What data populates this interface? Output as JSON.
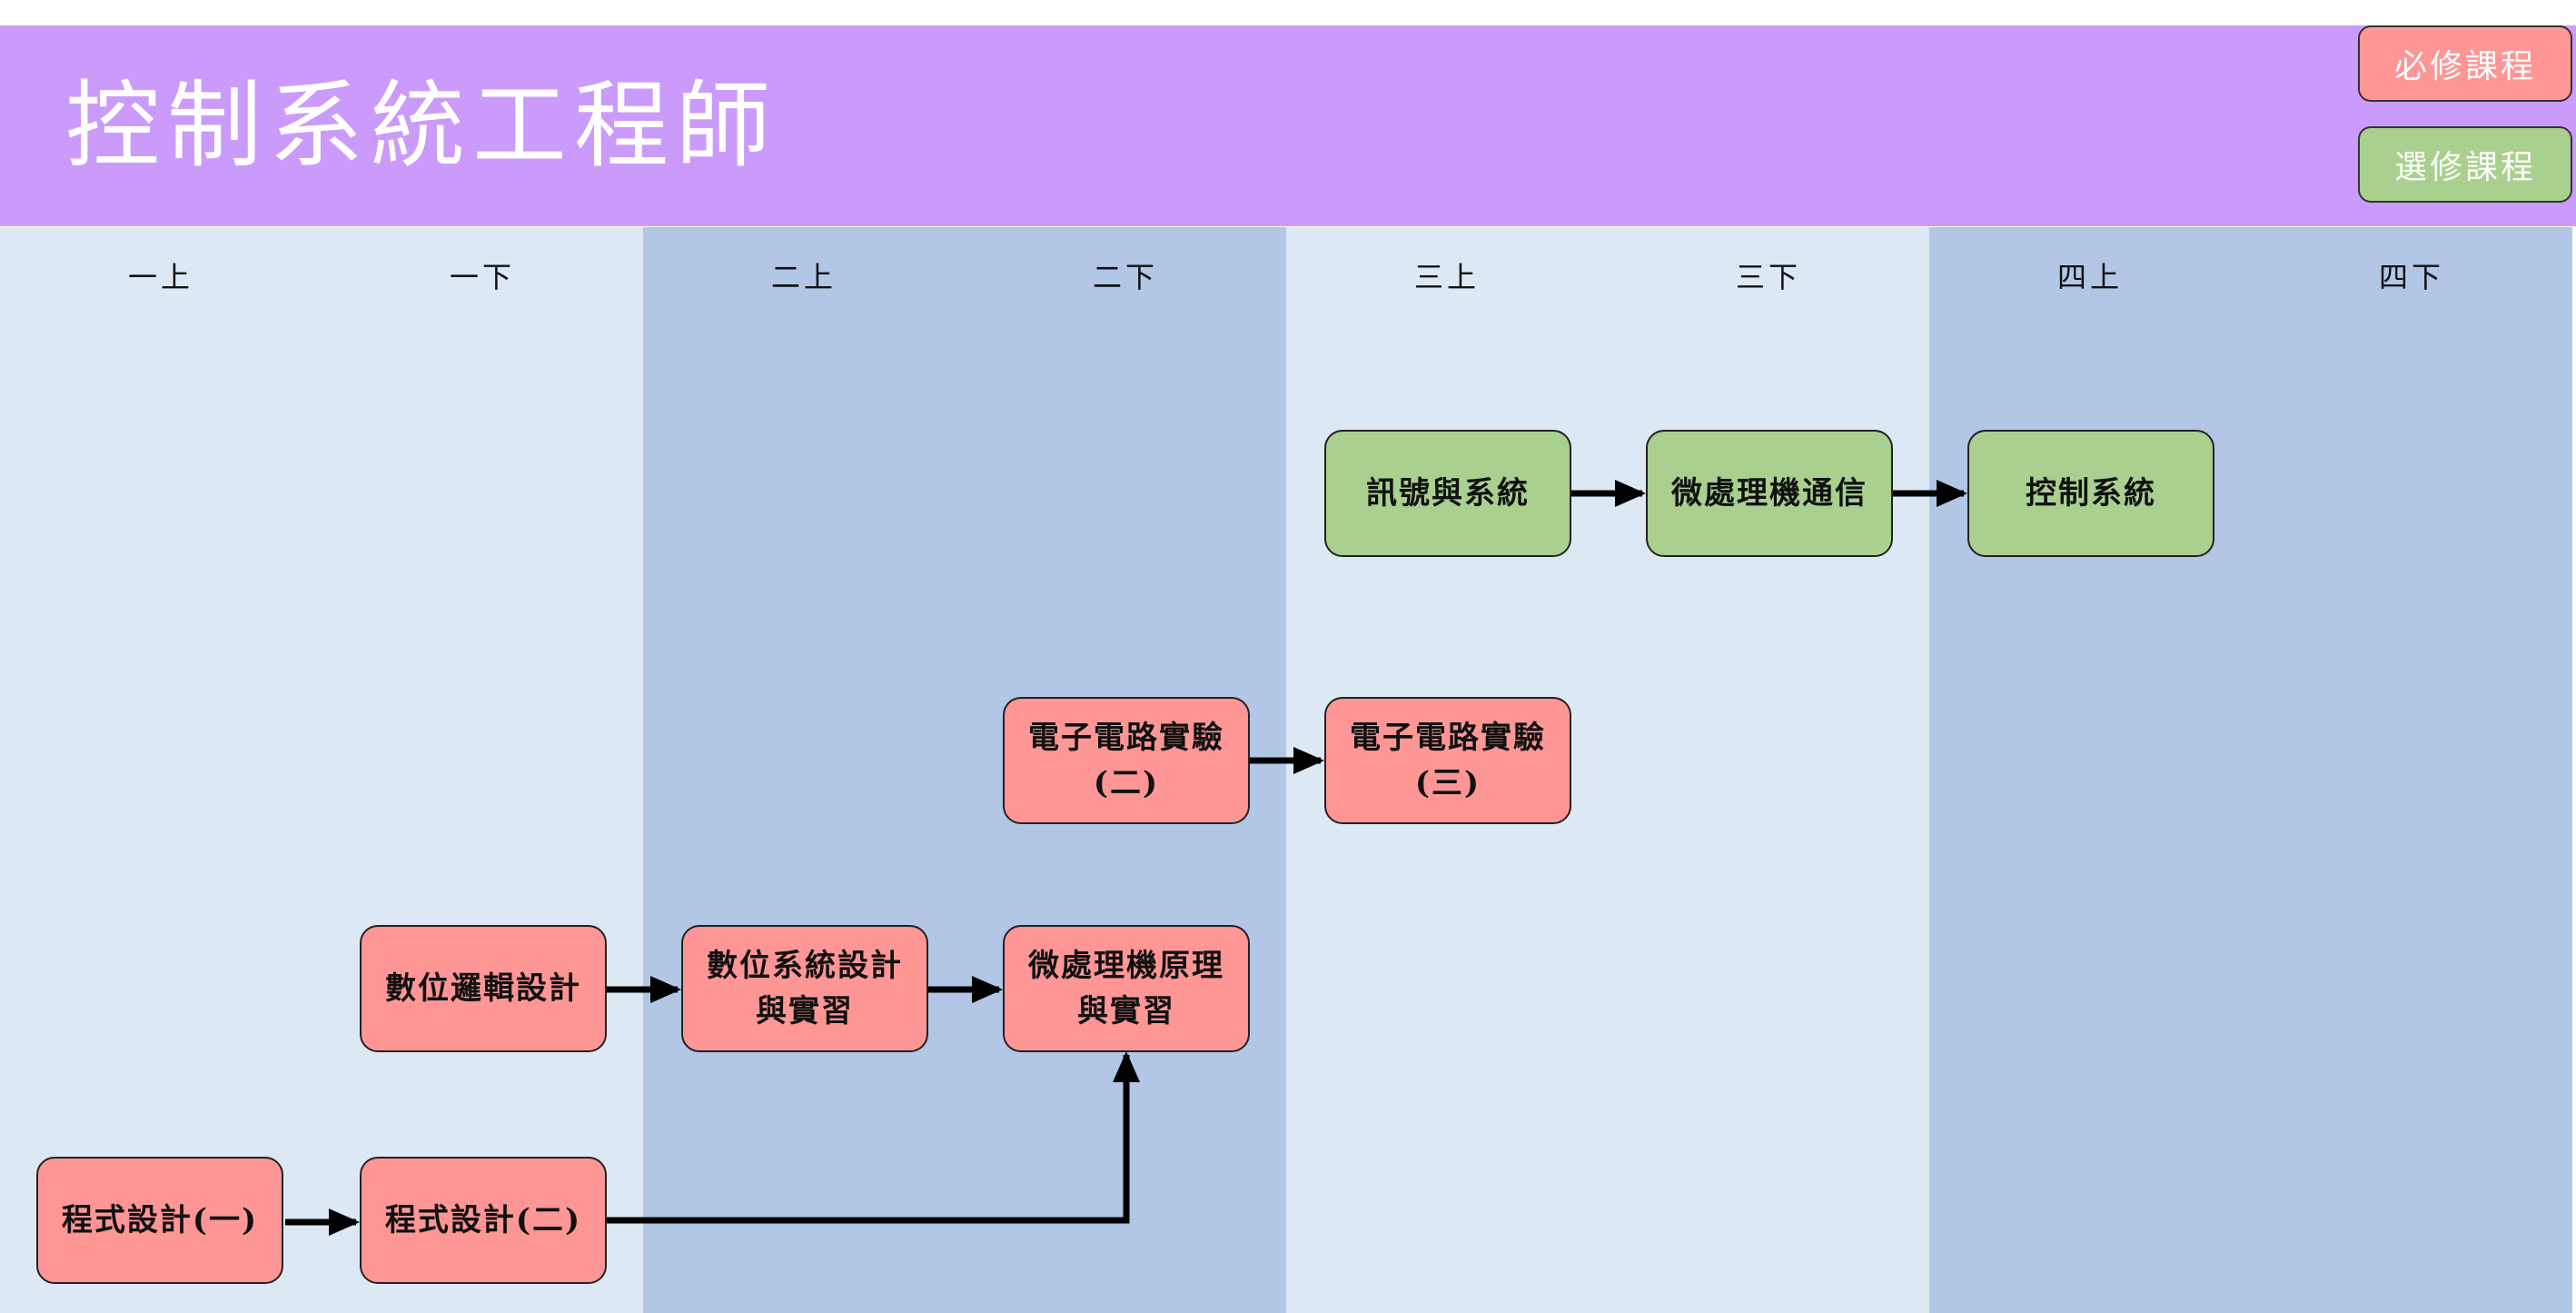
{
  "title": "控制系統工程師",
  "legend": {
    "required": "必修課程",
    "elective": "選修課程"
  },
  "colors": {
    "header": "#cb9bfb",
    "required": "#ff9696",
    "elective": "#a9d08e",
    "column_light": "#dde8f5",
    "column_dark": "#b2c6e6"
  },
  "semesters": [
    "一上",
    "一下",
    "二上",
    "二下",
    "三上",
    "三下",
    "四上",
    "四下"
  ],
  "courses": {
    "signals": {
      "label": "訊號與系統",
      "type": "elective"
    },
    "micro_comm": {
      "label": "微處理機通信",
      "type": "elective"
    },
    "control": {
      "label": "控制系統",
      "type": "elective"
    },
    "ec2": {
      "label": "電子電路實驗(二)",
      "type": "required"
    },
    "ec3": {
      "label": "電子電路實驗(三)",
      "type": "required"
    },
    "digital_logic": {
      "label": "數位邏輯設計",
      "type": "required"
    },
    "digital_sys": {
      "label": "數位系統設計與實習",
      "type": "required"
    },
    "micro_principle": {
      "label": "微處理機原理與實習",
      "type": "required"
    },
    "prog1": {
      "label": "程式設計(一)",
      "type": "required"
    },
    "prog2": {
      "label": "程式設計(二)",
      "type": "required"
    }
  }
}
